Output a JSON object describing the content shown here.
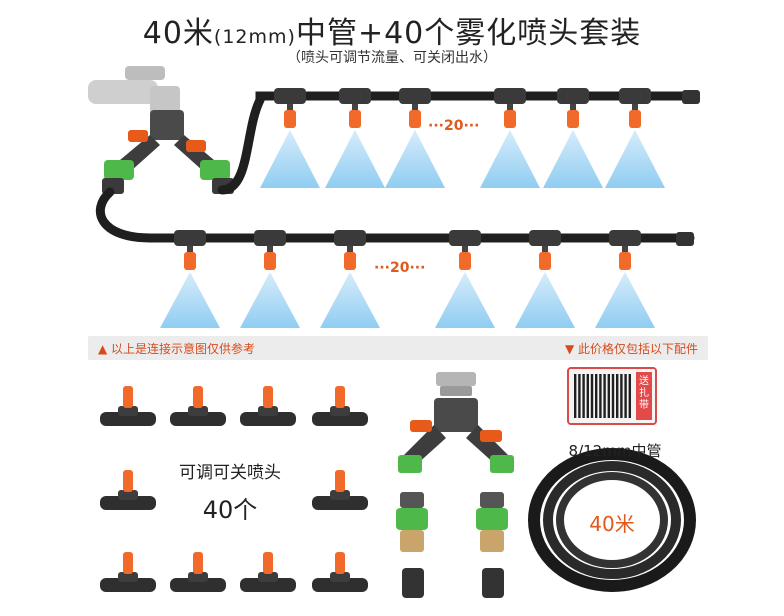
{
  "title_main_a": "40米",
  "title_small": "(12mm)",
  "title_main_b": "中管+40个雾化喷头套装",
  "subtitle": "（喷头可调节流量、可关闭出水）",
  "row1_count": "···20···",
  "row2_count": "···20···",
  "bar_left": "▲ 以上是连接示意图仅供参考",
  "bar_right": "▼ 此价格仅包括以下配件",
  "nozzle_label": "可调可关喷头",
  "nozzle_count": "40个",
  "tie_label": "送扎带",
  "hose_label": "8/12mm中管",
  "hose_length": "40米",
  "colors": {
    "nozzle": "#f26a2a",
    "valve": "#e85a1a",
    "connector": "#4fb84a",
    "pipe": "#2a2a2a",
    "mist": "#9fd3f2"
  }
}
